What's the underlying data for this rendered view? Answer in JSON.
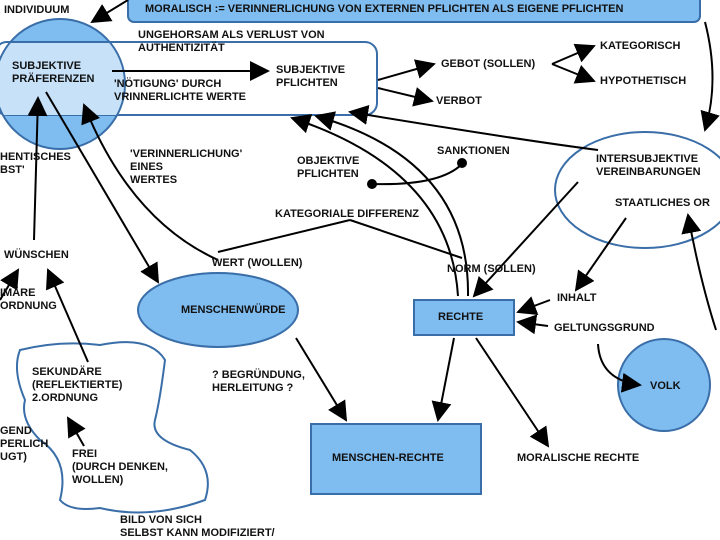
{
  "colors": {
    "node_fill": "#7fbcf0",
    "node_light": "#c6e1f8",
    "stroke": "#3a6ea8",
    "arrow": "#000000"
  },
  "labels": {
    "individuum": "INDIVIDUUM",
    "moralisch": "MORALISCH := VERINNERLICHUNG VON EXTERNEN PFLICHTEN ALS EIGENE PFLICHTEN",
    "ungehorsam": "UNGEHORSAM ALS VERLUST VON\nAUTHENTIZITÄT",
    "subj_praef": "SUBJEKTIVE\nPRÄFERENZEN",
    "noetigung": "'NÖTIGUNG' DURCH\nVRINNERLICHTE WERTE",
    "subj_pfl": "SUBJEKTIVE\nPFLICHTEN",
    "gebot": "GEBOT (SOLLEN)",
    "verbot": "VERBOT",
    "kategorisch": "KATEGORISCH",
    "hypothetisch": "HYPOTHETISCH",
    "authentisch": "HENTISCHES\nBST'",
    "verinnerlichung": "'VERINNERLICHUNG'\nEINES\nWERTES",
    "obj_pfl": "OBJEKTIVE\nPFLICHTEN",
    "sanktionen": "SANKTIONEN",
    "kat_diff": "KATEGORIALE DIFFERENZ",
    "wuenschen": "WÜNSCHEN",
    "wert": "WERT (WOLLEN)",
    "norm": "NORM (SOLLEN)",
    "intersubj": "INTERSUBJEKTIVE\nVEREINBARUNGEN",
    "staatlich": "STAATLICHES OR",
    "menschenwuerde": "MENSCHENWÜRDE",
    "rechte": "RECHTE",
    "inhalt": "INHALT",
    "geltung": "GELTUNGSGRUND",
    "volk": "VOLK",
    "primaer": "IMÄRE\nORDNUNG",
    "sekundaer": "SEKUNDÄRE\n(REFLEKTIERTE)\n2.ORDNUNG",
    "koerperlich": "GEND\nPERLICH\nUGT)",
    "frei": "FREI\n(DURCH DENKEN,\nWOLLEN)",
    "begruendung": "? BEGRÜNDUNG,\nHERLEITUNG ?",
    "menschenrechte": "MENSCHEN-RECHTE",
    "moralische_rechte": "MORALISCHE RECHTE",
    "bild": "BILD VON SICH\nSELBST KANN MODIFIZIERT/"
  }
}
